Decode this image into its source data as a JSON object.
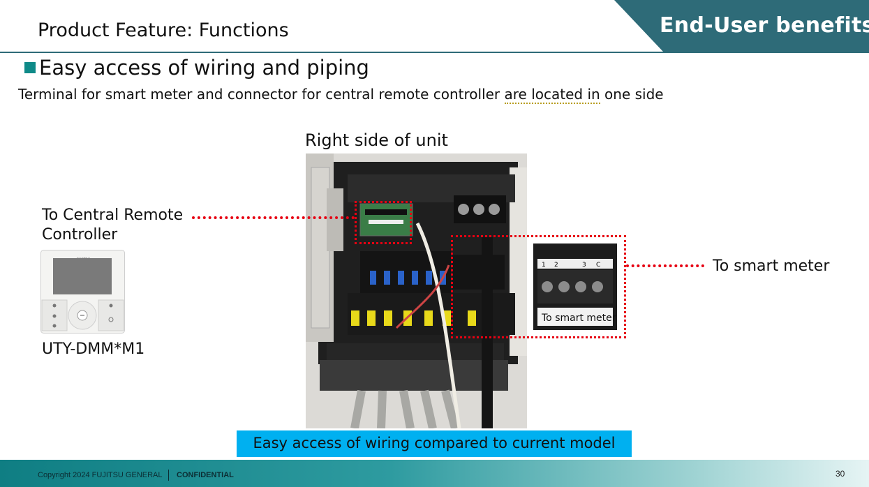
{
  "header": {
    "title": "Product Feature: Functions",
    "badge": "End-User benefits"
  },
  "section": {
    "heading": "Easy access of wiring and piping",
    "subtitle_before": "Terminal for smart meter and connector for central remote controller ",
    "subtitle_underlined": "are located in",
    "subtitle_after": " one side"
  },
  "photo": {
    "label": "Right side of unit",
    "inset_label": "To smart meter",
    "terminal_numbers": [
      "1",
      "2",
      "3",
      "C"
    ]
  },
  "callouts": {
    "central_remote": "To Central Remote Controller",
    "remote_model": "UTY-DMM*M1",
    "remote_brand": "FUJITSU",
    "smart_meter": "To smart meter"
  },
  "caption": "Easy access of wiring compared to current model",
  "footer": {
    "copyright": "Copyright 2024 FUJITSU GENERAL",
    "confidential": "CONFIDENTIAL",
    "page_number": "30"
  },
  "colors": {
    "badge": "#2e6b78",
    "accent": "#0f8a88",
    "callout_red": "#e60012",
    "caption_bg": "#00b0f0"
  }
}
